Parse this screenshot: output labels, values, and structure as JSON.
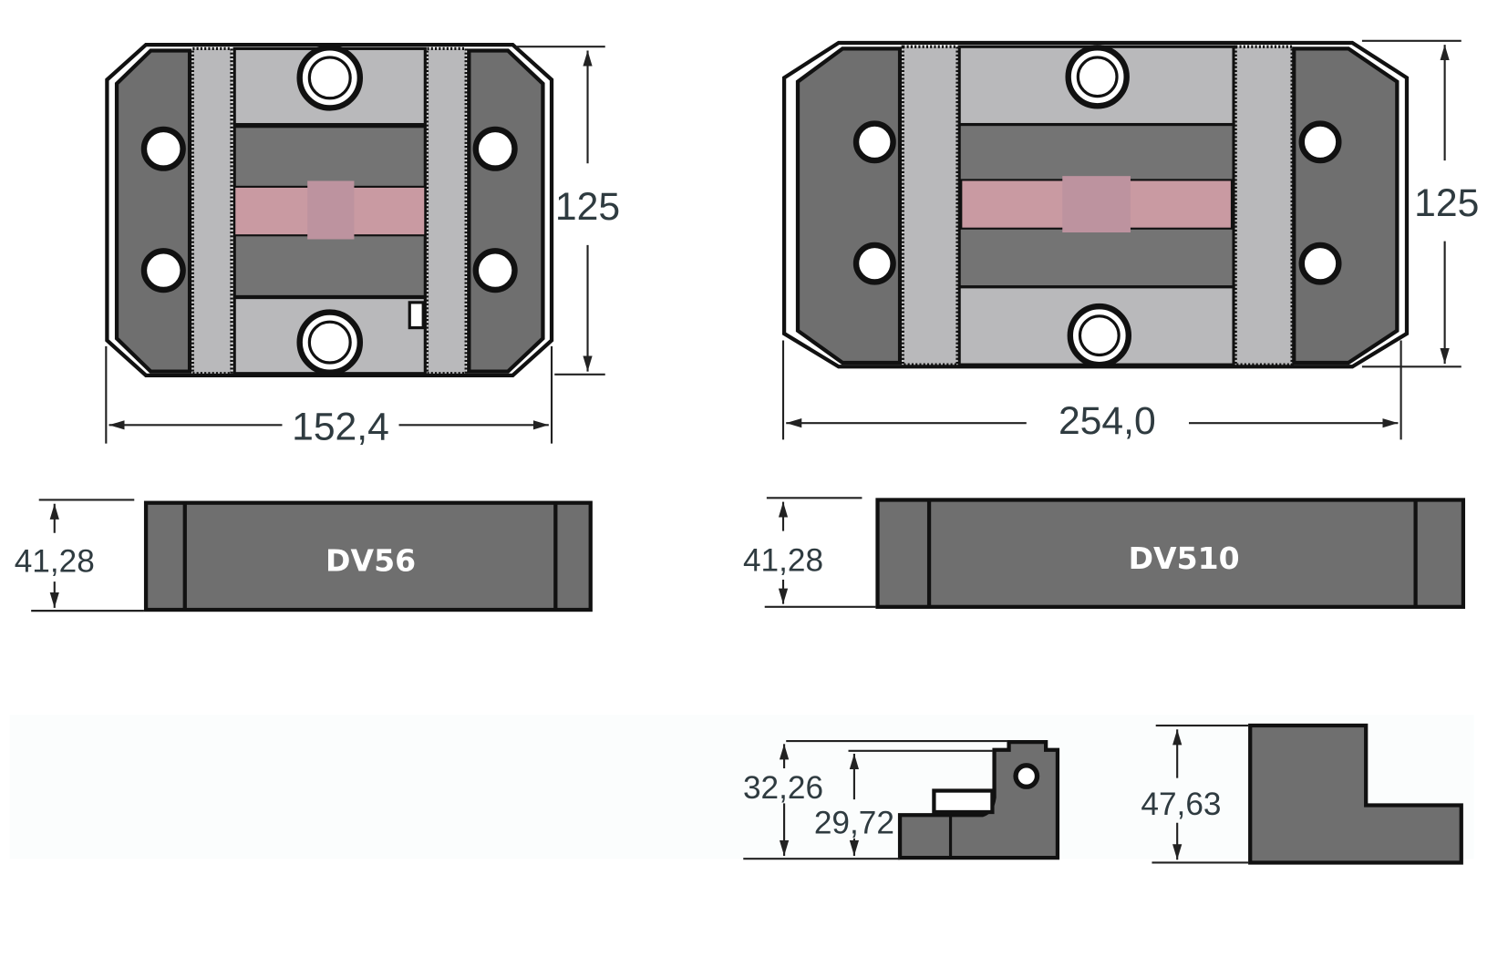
{
  "drawing": {
    "dv56_top": {
      "width": "152,4",
      "height": "125"
    },
    "dv510_top": {
      "width": "254,0",
      "height": "125"
    },
    "dv56_side": {
      "label": "DV56",
      "height": "41,28"
    },
    "dv510_side": {
      "label": "DV510",
      "height": "41,28"
    },
    "jaw_profile": {
      "overall_height": "32,26",
      "step_height": "29,72"
    },
    "block_profile": {
      "height": "47,63"
    }
  }
}
